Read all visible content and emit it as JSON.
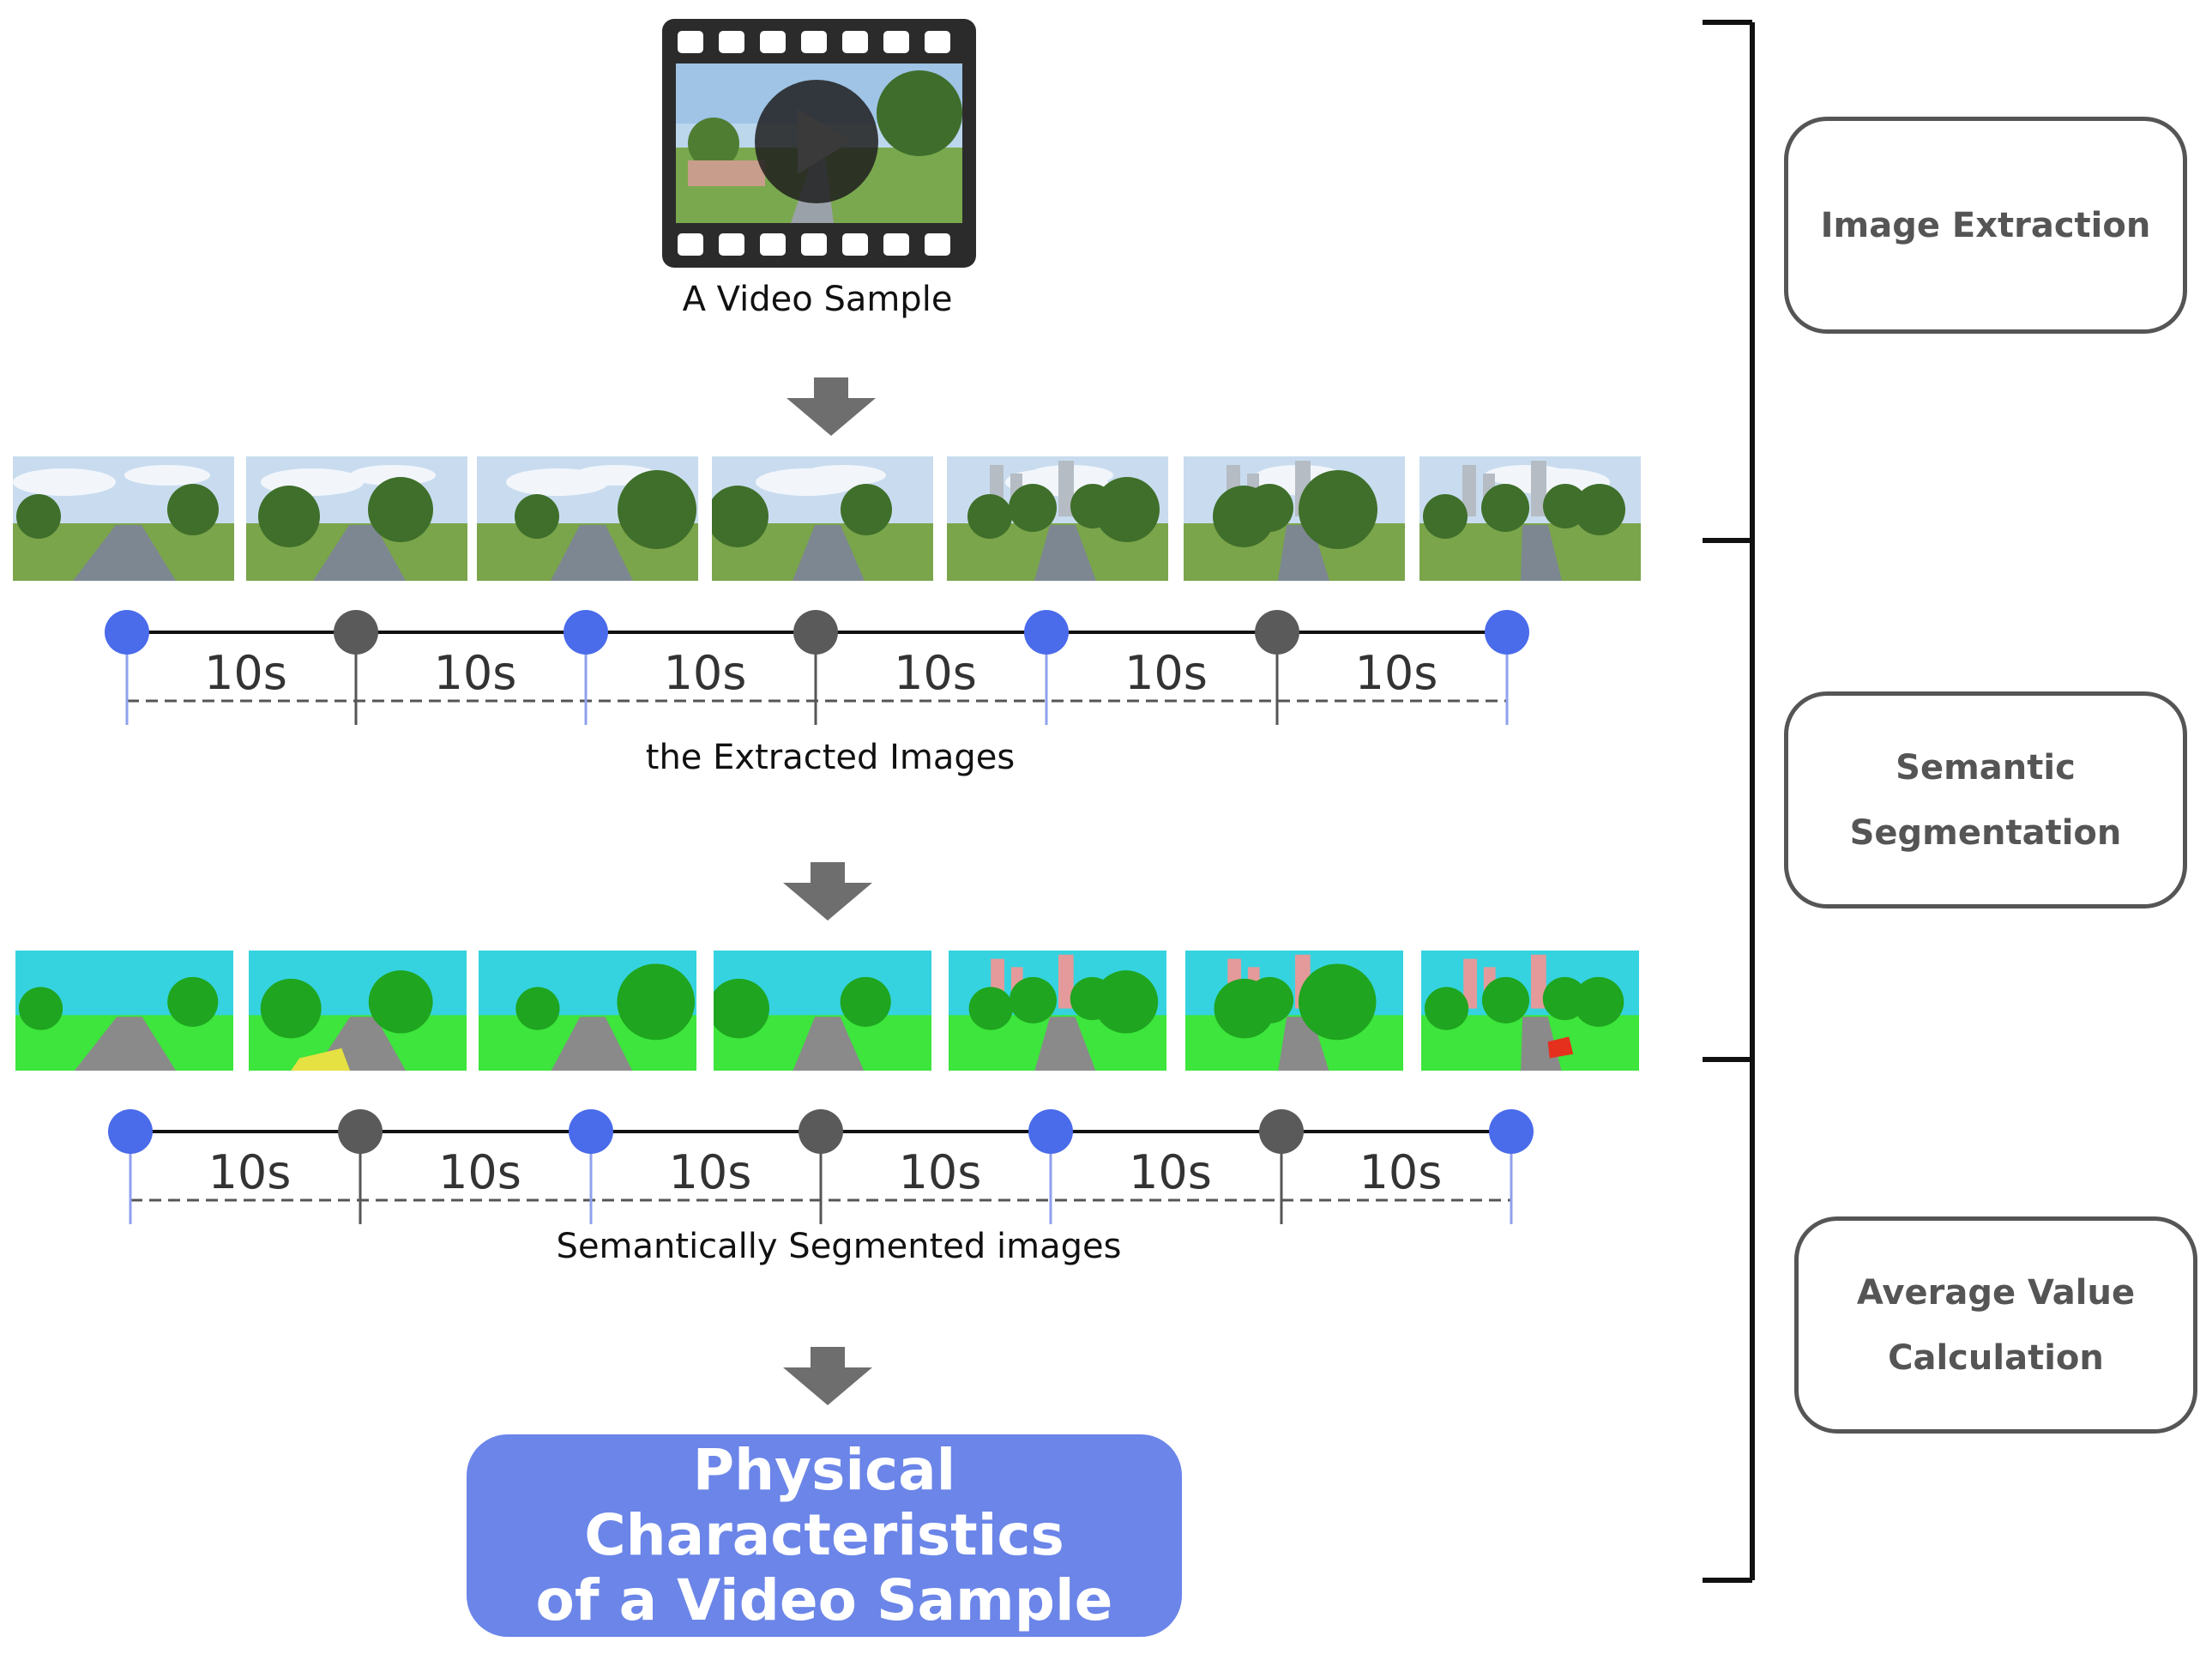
{
  "video_caption": "A Video Sample",
  "extracted_caption": "the Extracted Images",
  "segmented_caption": "Semantically Segmented images",
  "interval_labels": [
    "10s",
    "10s",
    "10s",
    "10s",
    "10s",
    "10s"
  ],
  "stages": {
    "image_extraction": "Image Extraction",
    "semantic_segmentation": "Semantic\nSegmentation",
    "average_value": "Average Value\nCalculation"
  },
  "result_label": "Physical Characteristics\nof a Video Sample",
  "colors": {
    "blue_marker": "#4a6bea",
    "gray_marker": "#5a5a5a",
    "result_bg": "#6b85e8",
    "stage_border": "#555555",
    "arrow": "#6e6e6e"
  },
  "icons": [
    "film-strip-icon",
    "play-icon",
    "down-arrow-icon"
  ]
}
